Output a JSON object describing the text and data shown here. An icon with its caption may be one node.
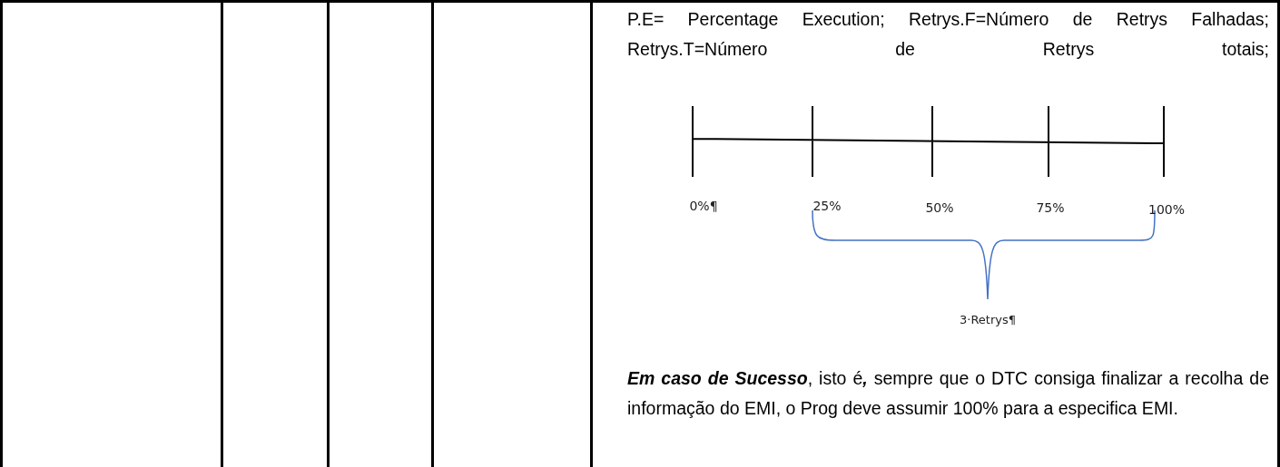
{
  "diagram": {
    "labels": [
      "P.E= Percentage Execution; Retrys.F=Número de Retrys Falhadas; Retrys.T=Número de Retrys totais;",
      "0%¶",
      "25%",
      "50%",
      "75%",
      "100%",
      "3·Retrys¶",
      "**Em caso de Sucesso**, isto é**,** sempre que o DTC consiga finalizar a recolha de informação do EMI, o Prog deve assumir 100% para a especifica EMI."
    ]
  }
}
